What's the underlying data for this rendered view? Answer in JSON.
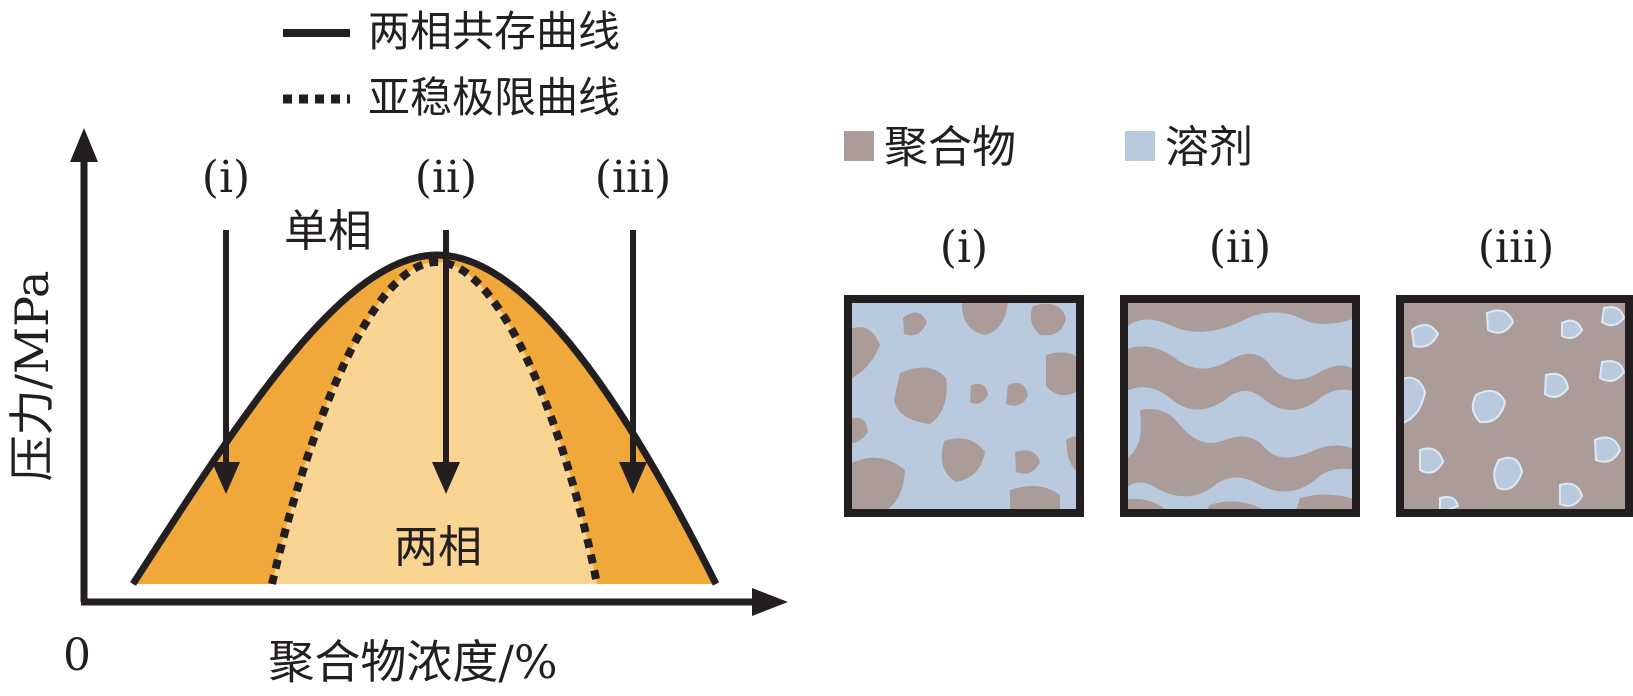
{
  "legend_lines": {
    "solid": "两相共存曲线",
    "dotted": "亚稳极限曲线"
  },
  "phase_diagram": {
    "y_axis_label": "压力/MPa",
    "x_axis_label": "聚合物浓度/%",
    "origin_label": "0",
    "single_phase_label": "单相",
    "two_phase_label": "两相",
    "arrow_labels": [
      "(i)",
      "(ii)",
      "(iii)"
    ]
  },
  "legend_materials": {
    "polymer": "聚合物",
    "solvent": "溶剂"
  },
  "morphology_panels": {
    "labels": [
      "(i)",
      "(ii)",
      "(iii)"
    ]
  },
  "colors": {
    "polymer": "#ac9c99",
    "solvent": "#b9cade",
    "metastable_region": "#f0a83a",
    "unstable_region": "#f9d493",
    "ink": "#231f20"
  }
}
